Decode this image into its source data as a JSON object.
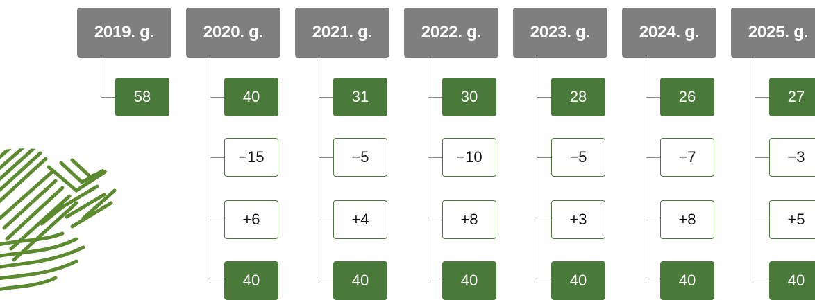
{
  "colors": {
    "header": "#7f7f7f",
    "filled": "#4a7a3a",
    "outline": "#4a7a3a",
    "fingerprint": "#5b8a2f"
  },
  "decoration": {
    "icon": "fingerprint-icon"
  },
  "columns": [
    {
      "year": "2019. g.",
      "items": [
        {
          "value": "58",
          "style": "filled"
        }
      ]
    },
    {
      "year": "2020. g.",
      "items": [
        {
          "value": "40",
          "style": "filled"
        },
        {
          "value": "−15",
          "style": "outline"
        },
        {
          "value": "+6",
          "style": "outline"
        },
        {
          "value": "40",
          "style": "filled"
        }
      ]
    },
    {
      "year": "2021. g.",
      "items": [
        {
          "value": "31",
          "style": "filled"
        },
        {
          "value": "−5",
          "style": "outline"
        },
        {
          "value": "+4",
          "style": "outline"
        },
        {
          "value": "40",
          "style": "filled"
        }
      ]
    },
    {
      "year": "2022. g.",
      "items": [
        {
          "value": "30",
          "style": "filled"
        },
        {
          "value": "−10",
          "style": "outline"
        },
        {
          "value": "+8",
          "style": "outline"
        },
        {
          "value": "40",
          "style": "filled"
        }
      ]
    },
    {
      "year": "2023. g.",
      "items": [
        {
          "value": "28",
          "style": "filled"
        },
        {
          "value": "−5",
          "style": "outline"
        },
        {
          "value": "+3",
          "style": "outline"
        },
        {
          "value": "40",
          "style": "filled"
        }
      ]
    },
    {
      "year": "2024. g.",
      "items": [
        {
          "value": "26",
          "style": "filled"
        },
        {
          "value": "−7",
          "style": "outline"
        },
        {
          "value": "+8",
          "style": "outline"
        },
        {
          "value": "40",
          "style": "filled"
        }
      ]
    },
    {
      "year": "2025. g.",
      "items": [
        {
          "value": "27",
          "style": "filled"
        },
        {
          "value": "−3",
          "style": "outline"
        },
        {
          "value": "+5",
          "style": "outline"
        },
        {
          "value": "40",
          "style": "filled"
        }
      ]
    }
  ]
}
